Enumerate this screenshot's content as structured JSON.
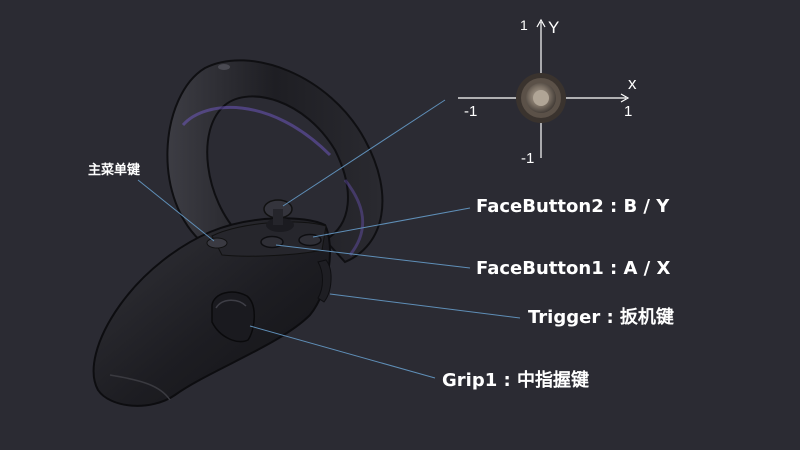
{
  "colors": {
    "background": "#2b2b33",
    "text": "#ffffff",
    "leader_line": "#5f8fb8",
    "controller_body": "#1a1a1e",
    "ring_glow": "#7b5fd6"
  },
  "labels": {
    "menu": "主菜单键",
    "face_button_2": "FaceButton2 : B / Y",
    "face_button_1": "FaceButton1 : A / X",
    "trigger": "Trigger : 扳机键",
    "grip": "Grip1 : 中指握键"
  },
  "thumbstick_axes": {
    "y_axis_label": "Y",
    "x_axis_label": "x",
    "y_max": "1",
    "y_min": "-1",
    "x_min": "-1",
    "x_max": "1"
  },
  "icons": {
    "controller": "vr-controller-icon",
    "thumbstick": "thumbstick-icon"
  }
}
